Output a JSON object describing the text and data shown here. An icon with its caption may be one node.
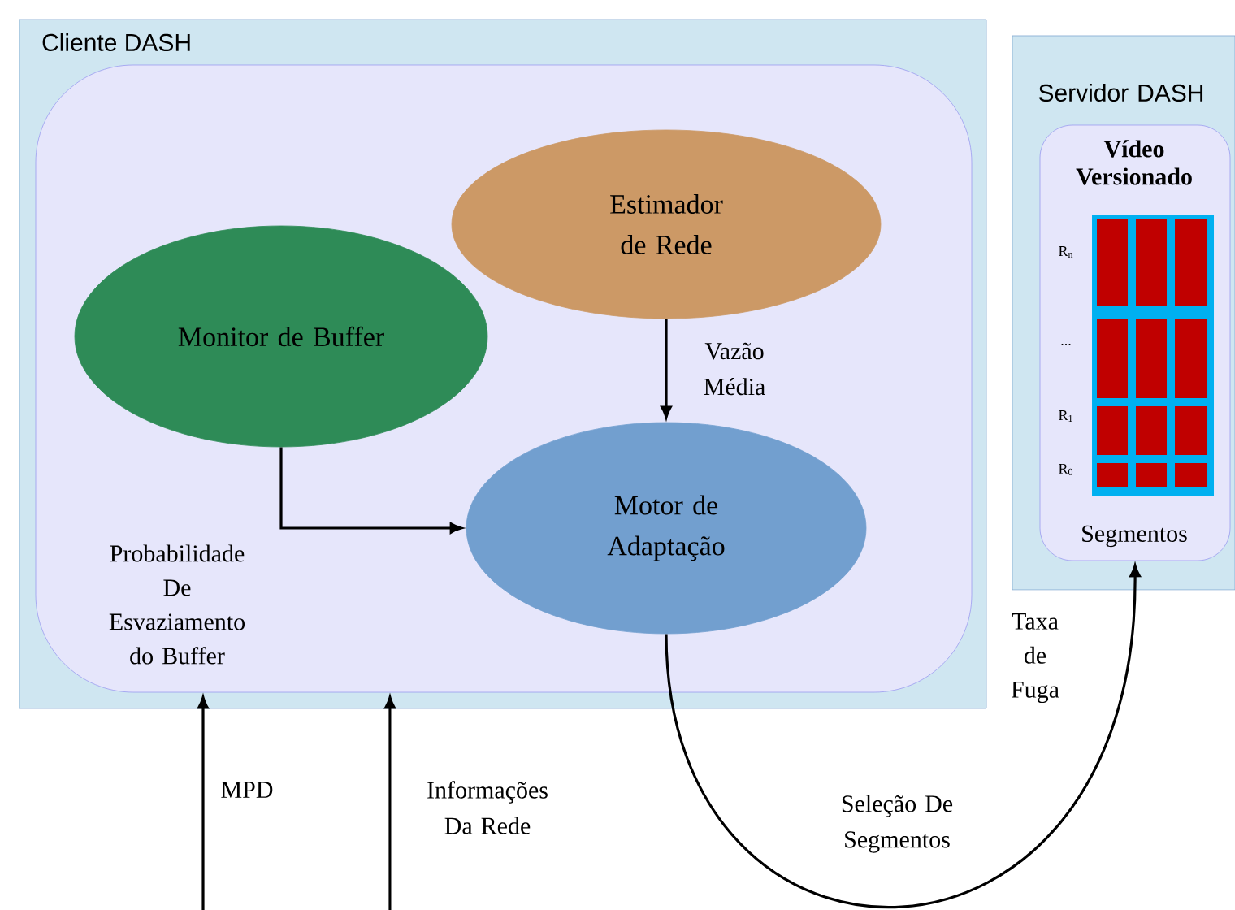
{
  "diagram": {
    "nodes": [
      {
        "text": [
          "Cliente DASH"
        ]
      },
      {
        "text": [],
        "shape": "box",
        "in": 0
      },
      {
        "text": [
          "Estimador de Rede"
        ],
        "in": 1
      },
      {
        "text": [
          "Monitor de Buffer"
        ],
        "in": 1
      },
      {
        "text": [
          "Motor de Adaptação"
        ],
        "in": 1
      },
      {
        "text": [
          "Servidor DASH"
        ]
      },
      {
        "text": [
          "Vídeo Versionado",
          "Segmentos"
        ],
        "in": 5
      }
    ],
    "edges": [
      {
        "from": 2,
        "to": 4,
        "arrow": "to",
        "label": "Vazão Média"
      },
      {
        "from": 3,
        "to": 4,
        "arrow": "to"
      },
      {
        "from": null,
        "to": 1,
        "arrow": "to",
        "label": "MPD"
      },
      {
        "from": null,
        "to": 1,
        "arrow": "to",
        "label": "Informações Da Rede"
      },
      {
        "from": 4,
        "to": 6,
        "arrow": "to",
        "label": "Seleção De Segmentos"
      }
    ],
    "labels": [
      "R$_{n}$",
      "...",
      "R$_{1}$",
      "R$_{0}$",
      "Probabilidade De Esvaziamento do Buffer",
      "Taxa de Fuga"
    ]
  }
}
